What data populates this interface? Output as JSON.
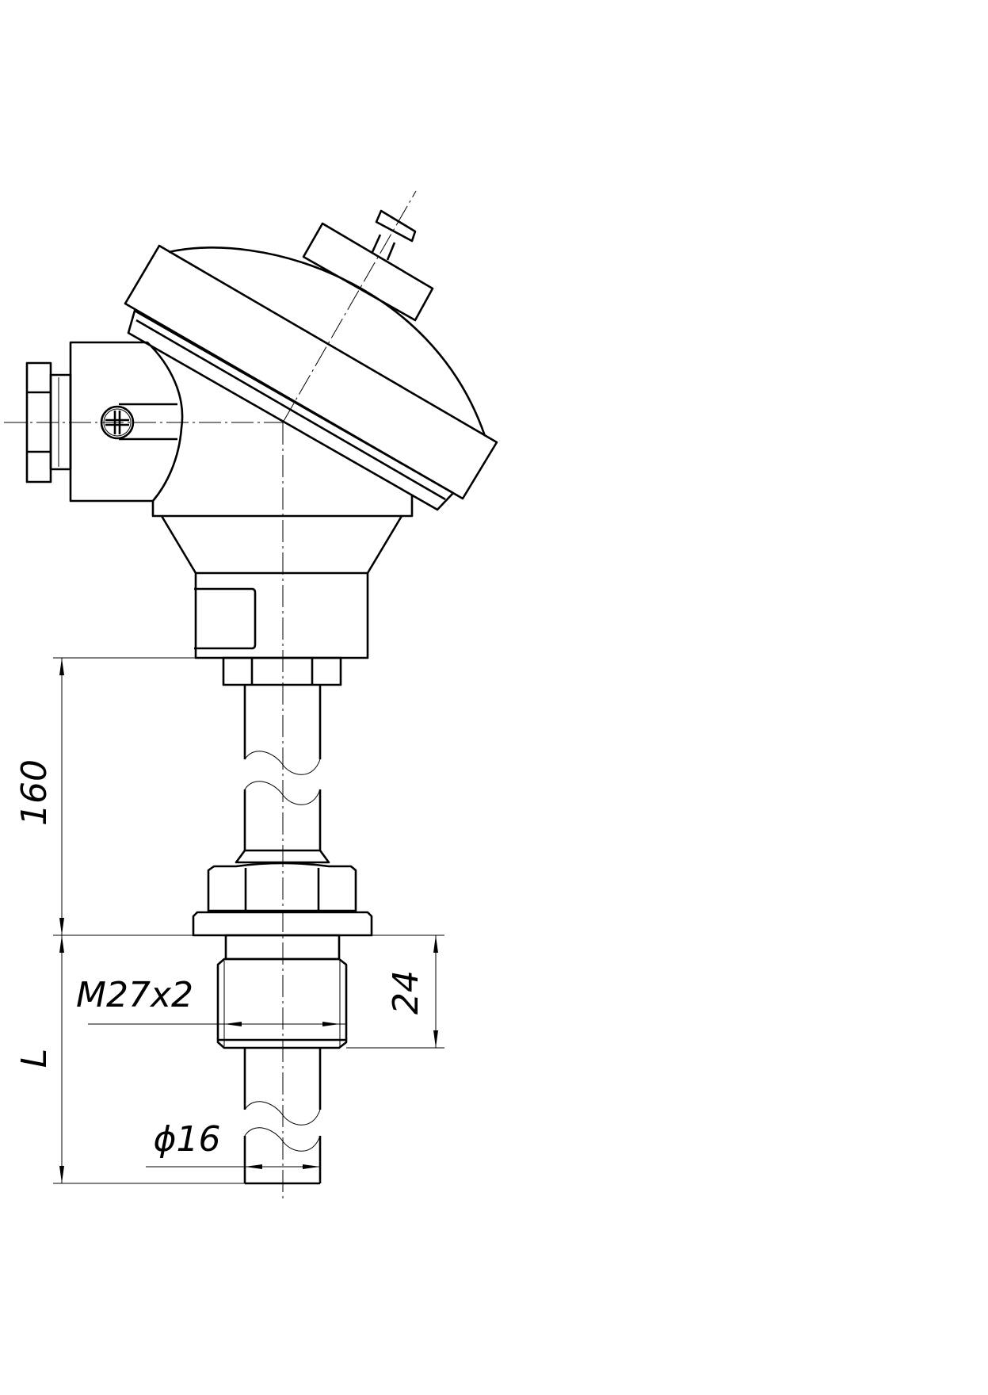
{
  "drawing": {
    "dimensions": {
      "immersion_upper": "160",
      "immersion_length": "L",
      "thread": "M27x2",
      "thread_length": "24",
      "diameter": "ϕ16"
    },
    "colors": {
      "line": "#000000",
      "background": "#ffffff"
    }
  }
}
